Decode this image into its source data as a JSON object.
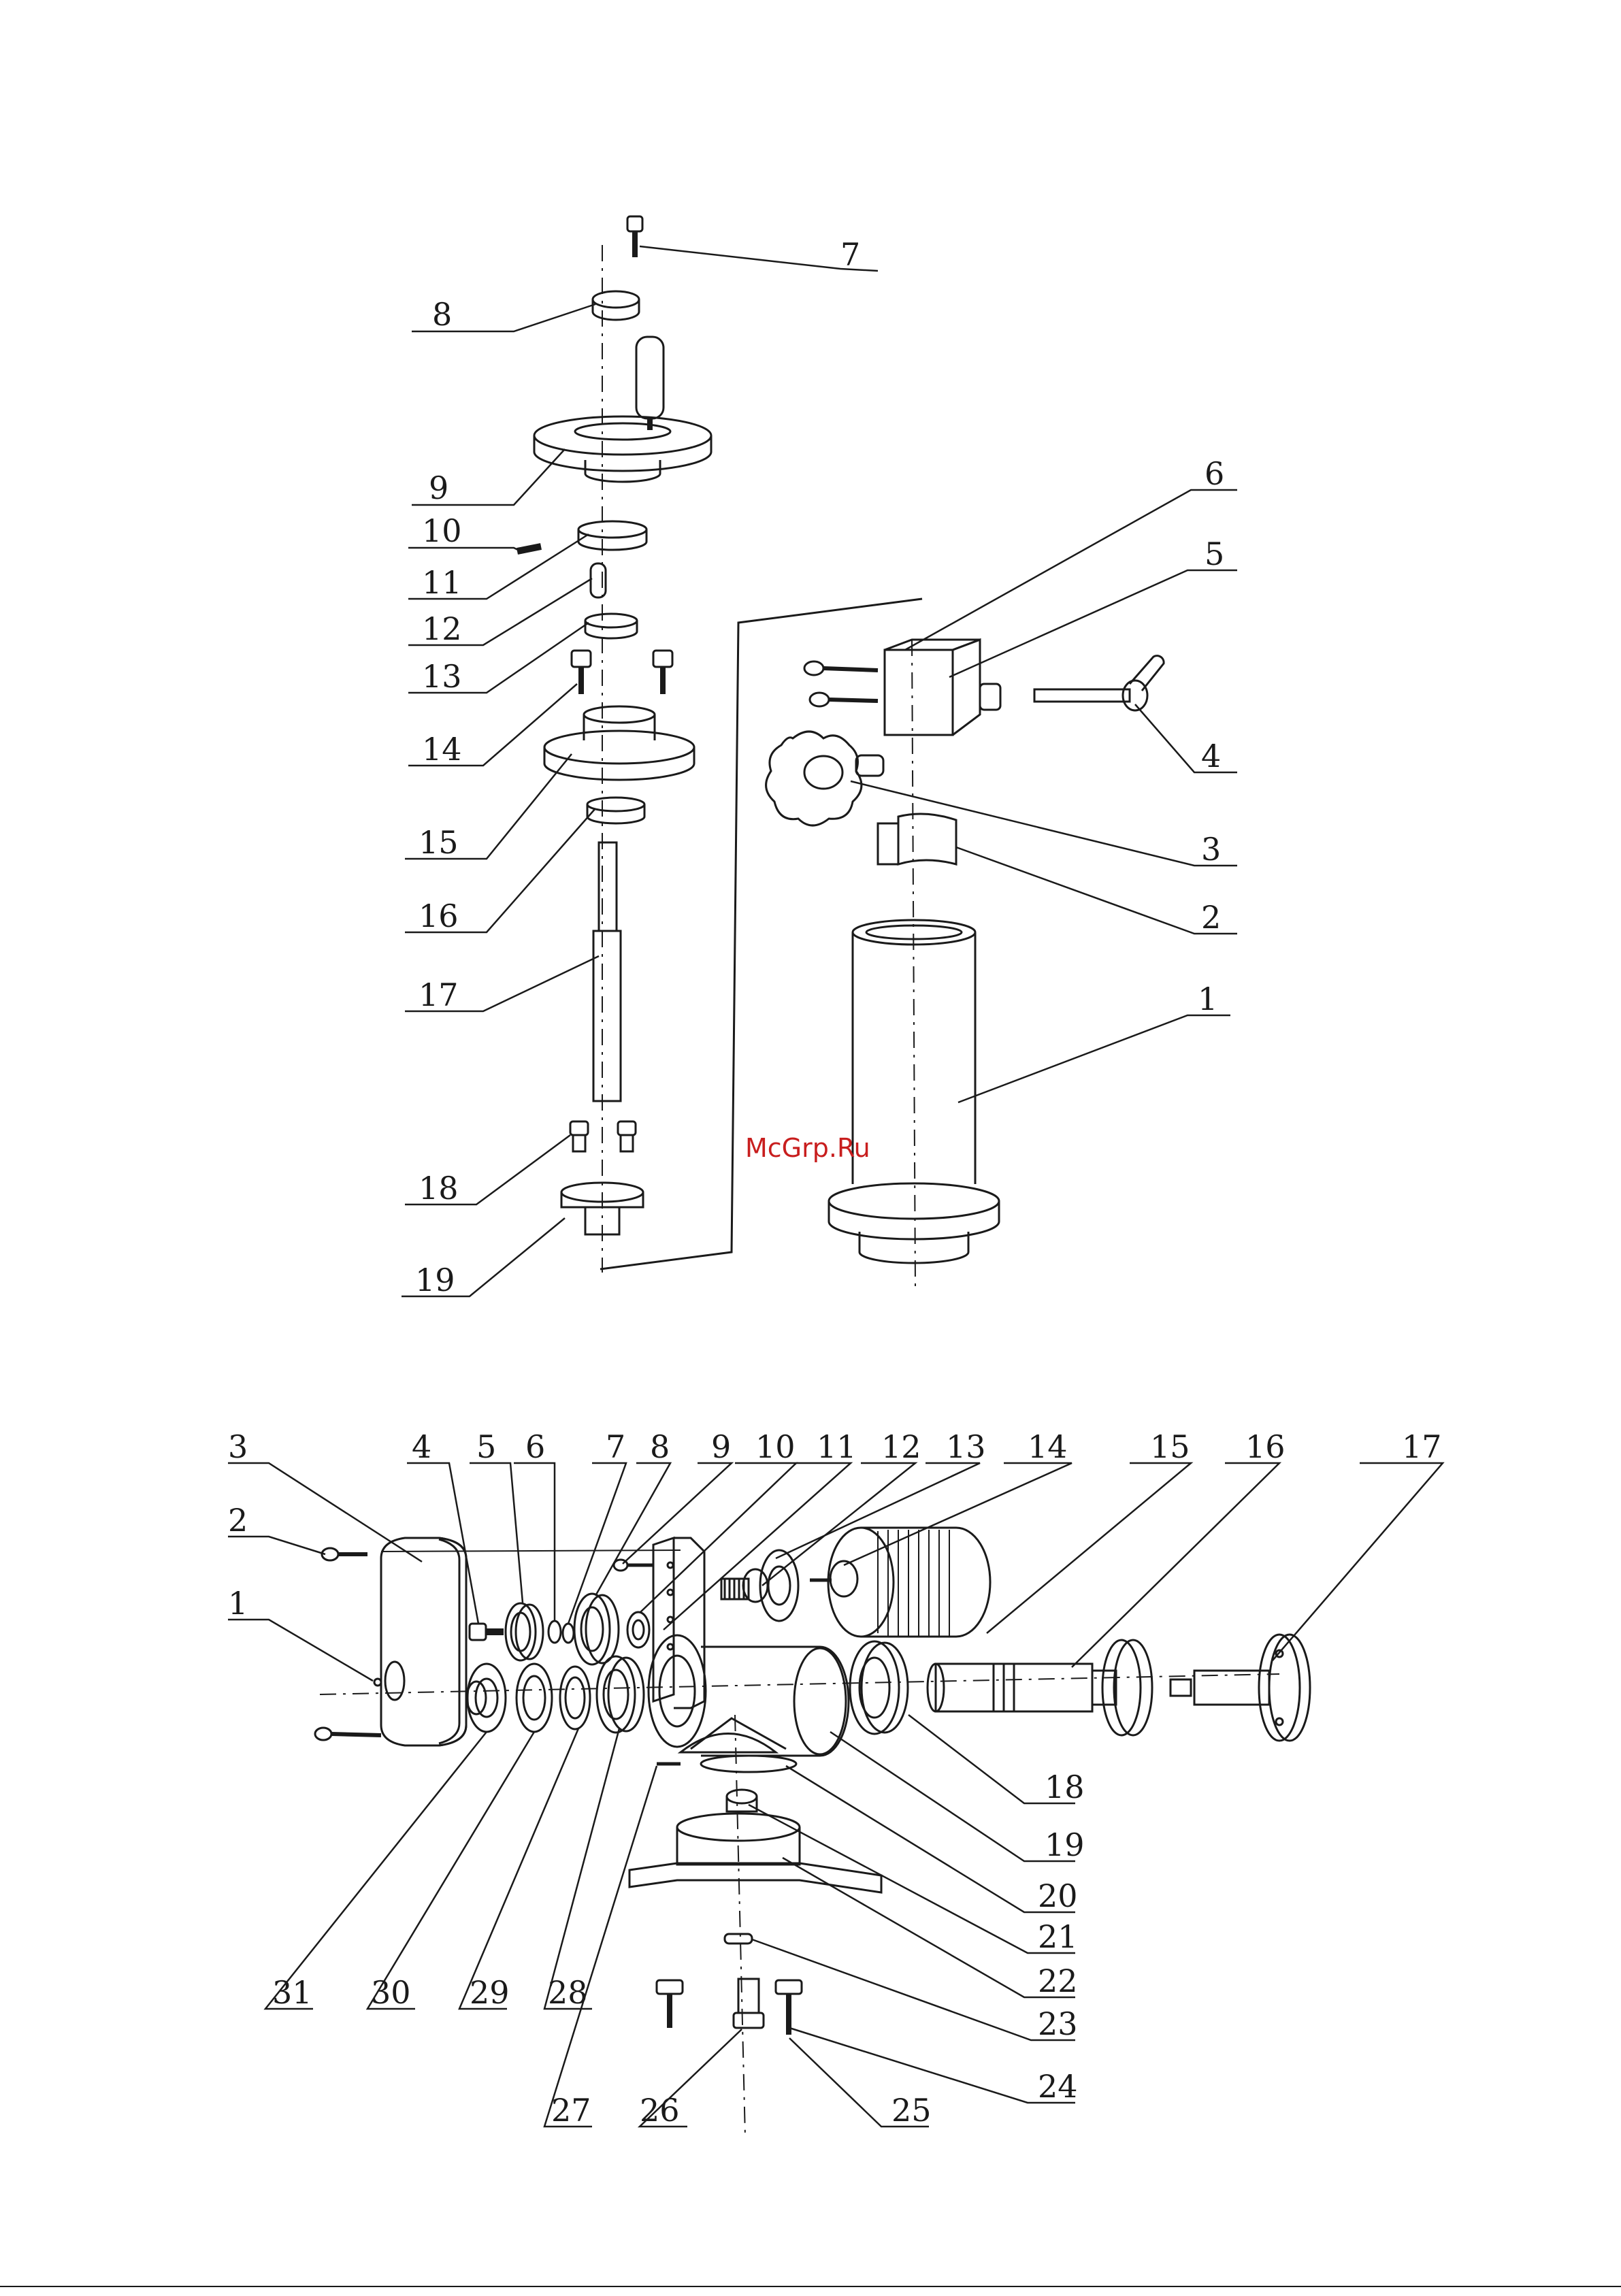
{
  "watermark": "McGrp.Ru",
  "colors": {
    "ink": "#1a1a1a",
    "watermark": "#c81e1e",
    "paper": "#ffffff"
  },
  "top_assembly": {
    "callouts": {
      "c1": "1",
      "c2": "2",
      "c3": "3",
      "c4": "4",
      "c5": "5",
      "c6": "6",
      "c7": "7",
      "c8": "8",
      "c9": "9",
      "c10": "10",
      "c11": "11",
      "c12": "12",
      "c13": "13",
      "c14": "14",
      "c15": "15",
      "c16": "16",
      "c17": "17",
      "c18": "18",
      "c19": "19"
    }
  },
  "bottom_assembly": {
    "callouts": {
      "c1": "1",
      "c2": "2",
      "c3": "3",
      "c4": "4",
      "c5": "5",
      "c6": "6",
      "c7": "7",
      "c8": "8",
      "c9": "9",
      "c10": "10",
      "c11": "11",
      "c12": "12",
      "c13": "13",
      "c14": "14",
      "c15": "15",
      "c16": "16",
      "c17": "17",
      "c18": "18",
      "c19": "19",
      "c20": "20",
      "c21": "21",
      "c22": "22",
      "c23": "23",
      "c24": "24",
      "c25": "25",
      "c26": "26",
      "c27": "27",
      "c28": "28",
      "c29": "29",
      "c30": "30",
      "c31": "31"
    }
  }
}
